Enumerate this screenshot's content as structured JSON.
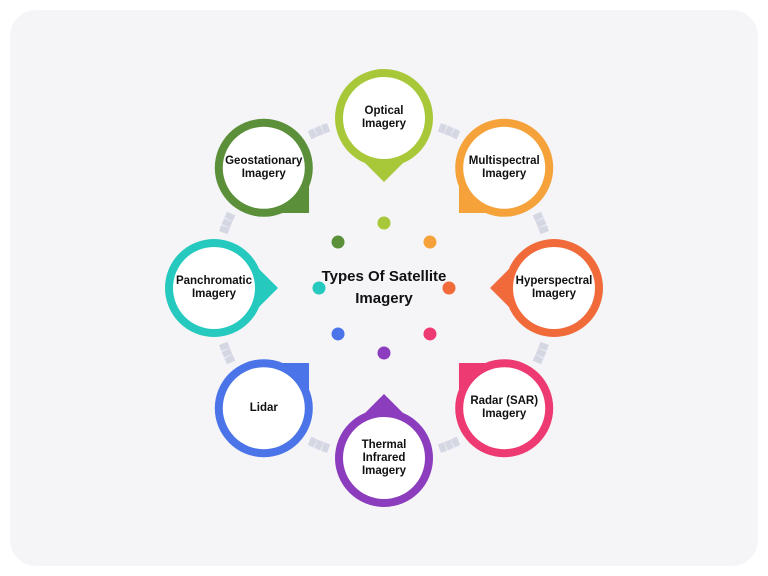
{
  "center": {
    "title": "Types Of Satellite\nImagery"
  },
  "nodes": [
    {
      "id": "optical",
      "label": "Optical\nImagery",
      "color": "#a8c83a"
    },
    {
      "id": "multispectral",
      "label": "Multispectral\nImagery",
      "color": "#f5a23a"
    },
    {
      "id": "hyperspectral",
      "label": "Hyperspectral\nImagery",
      "color": "#f06a3a"
    },
    {
      "id": "radar-sar",
      "label": "Radar (SAR)\nImagery",
      "color": "#ee3a73"
    },
    {
      "id": "thermal-infrared",
      "label": "Thermal\nInfrared\nImagery",
      "color": "#8b3dbe"
    },
    {
      "id": "lidar",
      "label": "Lidar",
      "color": "#4a74e8"
    },
    {
      "id": "panchromatic",
      "label": "Panchromatic\nImagery",
      "color": "#25c9be"
    },
    {
      "id": "geostationary",
      "label": "Geostationary\nImagery",
      "color": "#5b8f3a"
    }
  ],
  "connector_color": "#d5d7e3"
}
